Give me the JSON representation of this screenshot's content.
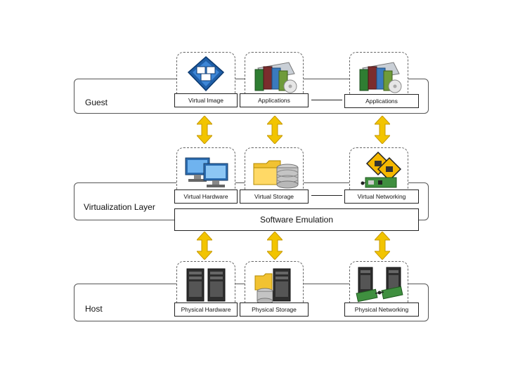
{
  "layers": {
    "guest": "Guest",
    "virtualization": "Virtualization Layer",
    "host": "Host"
  },
  "guest_row": [
    "Virtual Image",
    "Applications",
    "Applications"
  ],
  "virtualization_row": [
    "Virtual Hardware",
    "Virtual Storage",
    "Virtual Networking"
  ],
  "software_emulation": "Software Emulation",
  "host_row": [
    "Physical Hardware",
    "Physical Storage",
    "Physical Networking"
  ],
  "colors": {
    "arrow": "#f2c400",
    "arrow_stroke": "#c79a00",
    "border": "#555555"
  }
}
